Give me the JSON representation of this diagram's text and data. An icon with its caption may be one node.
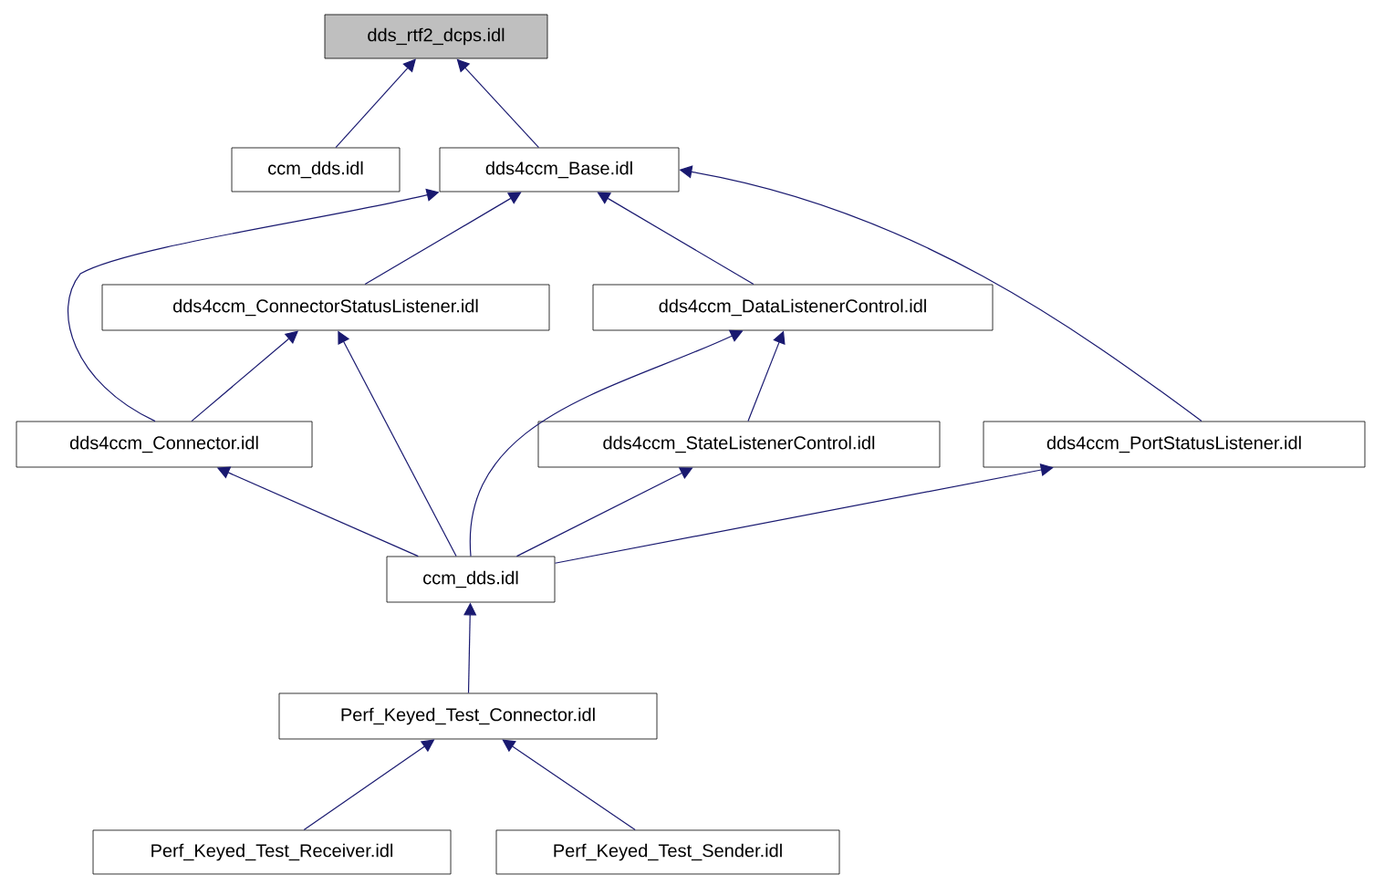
{
  "diagram": {
    "nodes": [
      {
        "text": [
          "dds_rtf2_dcps.idl"
        ]
      },
      {
        "text": [
          "ccm_dds.idl"
        ]
      },
      {
        "text": [
          "dds4ccm_Base.idl"
        ]
      },
      {
        "text": [
          "dds4ccm_ConnectorStatusListener.idl"
        ]
      },
      {
        "text": [
          "dds4ccm_DataListenerControl.idl"
        ]
      },
      {
        "text": [
          "dds4ccm_Connector.idl"
        ]
      },
      {
        "text": [
          "dds4ccm_StateListenerControl.idl"
        ]
      },
      {
        "text": [
          "dds4ccm_PortStatusListener.idl"
        ]
      },
      {
        "text": [
          "ccm_dds.idl"
        ]
      },
      {
        "text": [
          "Perf_Keyed_Test_Connector.idl"
        ]
      },
      {
        "text": [
          "Perf_Keyed_Test_Receiver.idl"
        ]
      },
      {
        "text": [
          "Perf_Keyed_Test_Sender.idl"
        ]
      }
    ],
    "edges": [
      {
        "from": 1,
        "to": 0,
        "arrow": "to"
      },
      {
        "from": 2,
        "to": 0,
        "arrow": "to"
      },
      {
        "from": 5,
        "to": 2,
        "arrow": "to"
      },
      {
        "from": 3,
        "to": 2,
        "arrow": "to"
      },
      {
        "from": 4,
        "to": 2,
        "arrow": "to"
      },
      {
        "from": 7,
        "to": 2,
        "arrow": "to"
      },
      {
        "from": 5,
        "to": 3,
        "arrow": "to"
      },
      {
        "from": 8,
        "to": 3,
        "arrow": "to"
      },
      {
        "from": 8,
        "to": 4,
        "arrow": "to"
      },
      {
        "from": 6,
        "to": 4,
        "arrow": "to"
      },
      {
        "from": 8,
        "to": 5,
        "arrow": "to"
      },
      {
        "from": 8,
        "to": 6,
        "arrow": "to"
      },
      {
        "from": 8,
        "to": 7,
        "arrow": "to"
      },
      {
        "from": 9,
        "to": 8,
        "arrow": "to"
      },
      {
        "from": 10,
        "to": 9,
        "arrow": "to"
      },
      {
        "from": 11,
        "to": 9,
        "arrow": "to"
      }
    ]
  }
}
